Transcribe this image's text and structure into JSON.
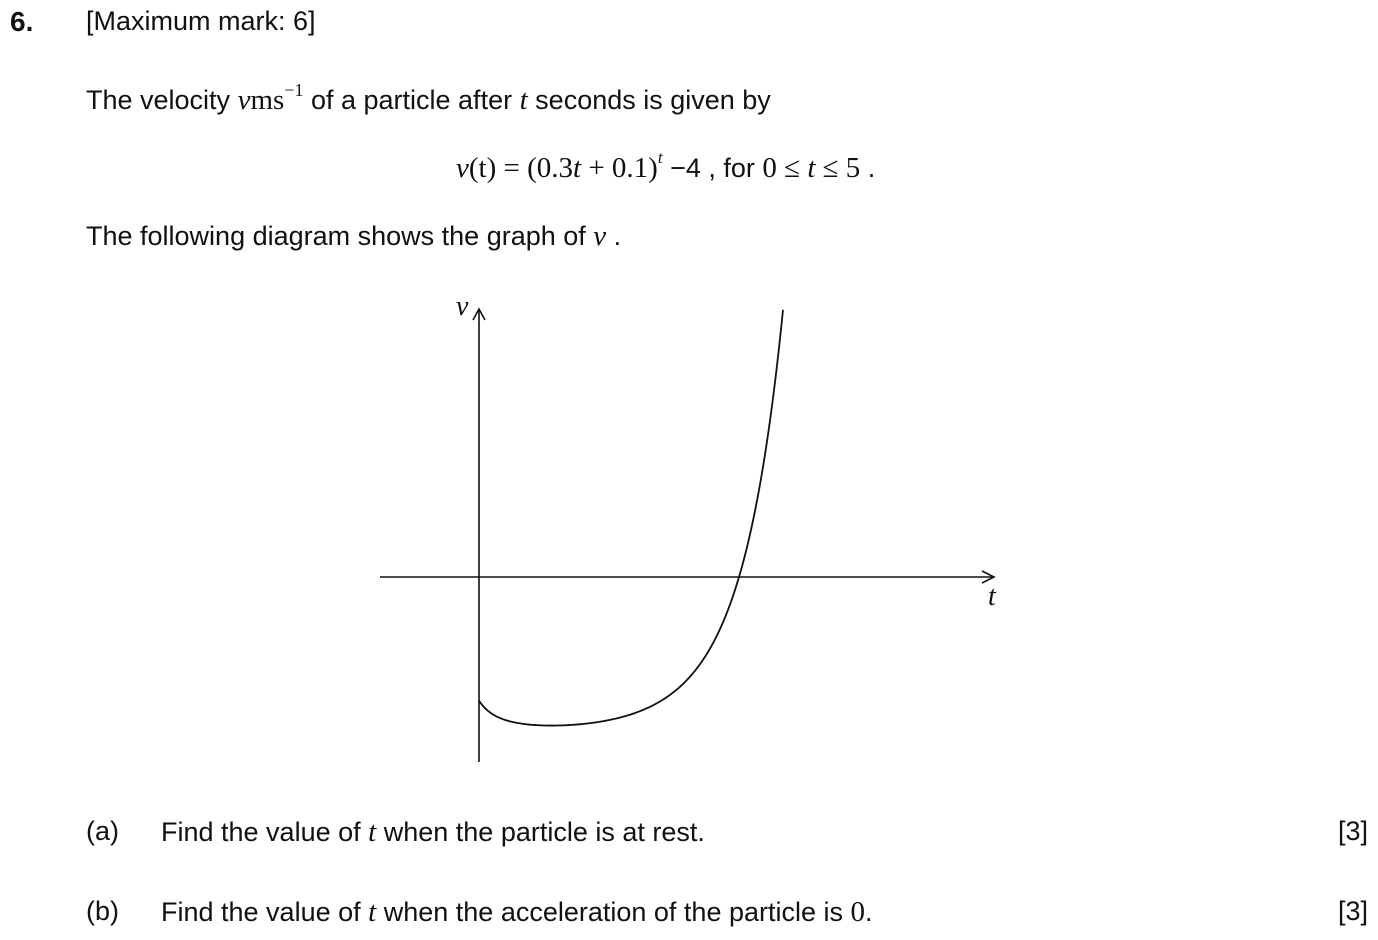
{
  "question": {
    "number": "6.",
    "max_mark": "[Maximum mark:  6]",
    "intro": {
      "pre": "The velocity",
      "var_v": "v",
      "unit_ms": "ms",
      "unit_exp": "−1",
      "mid": "of a particle after",
      "var_t": "t",
      "post": "seconds is given by"
    },
    "formula": {
      "lhs_v": "v",
      "lhs_arg": "(t)",
      "eq": " = (0.3",
      "t1": "t",
      "inner": " + 0.1)",
      "exp": "t",
      "minus4": " −4",
      "for_text": " , for ",
      "domain_0": "0 ≤ ",
      "domain_t": "t",
      "domain_5": " ≤ 5",
      "period": " ."
    },
    "diagram_intro": {
      "text": "The following diagram shows the graph of",
      "var": "v",
      "period": " ."
    }
  },
  "diagram": {
    "x_axis_label": "t",
    "y_axis_label": "v",
    "function": "v(t) = (0.3t + 0.1)^t - 4",
    "domain": [
      0,
      5
    ]
  },
  "parts": [
    {
      "label": "(a)",
      "pre": "Find the value of",
      "var": "t",
      "post": "when the particle is at rest.",
      "marks": "[3]"
    },
    {
      "label": "(b)",
      "pre": "Find the value of",
      "var": "t",
      "post": "when the acceleration of the particle is",
      "value": "0",
      "end": ".",
      "marks": "[3]"
    }
  ]
}
